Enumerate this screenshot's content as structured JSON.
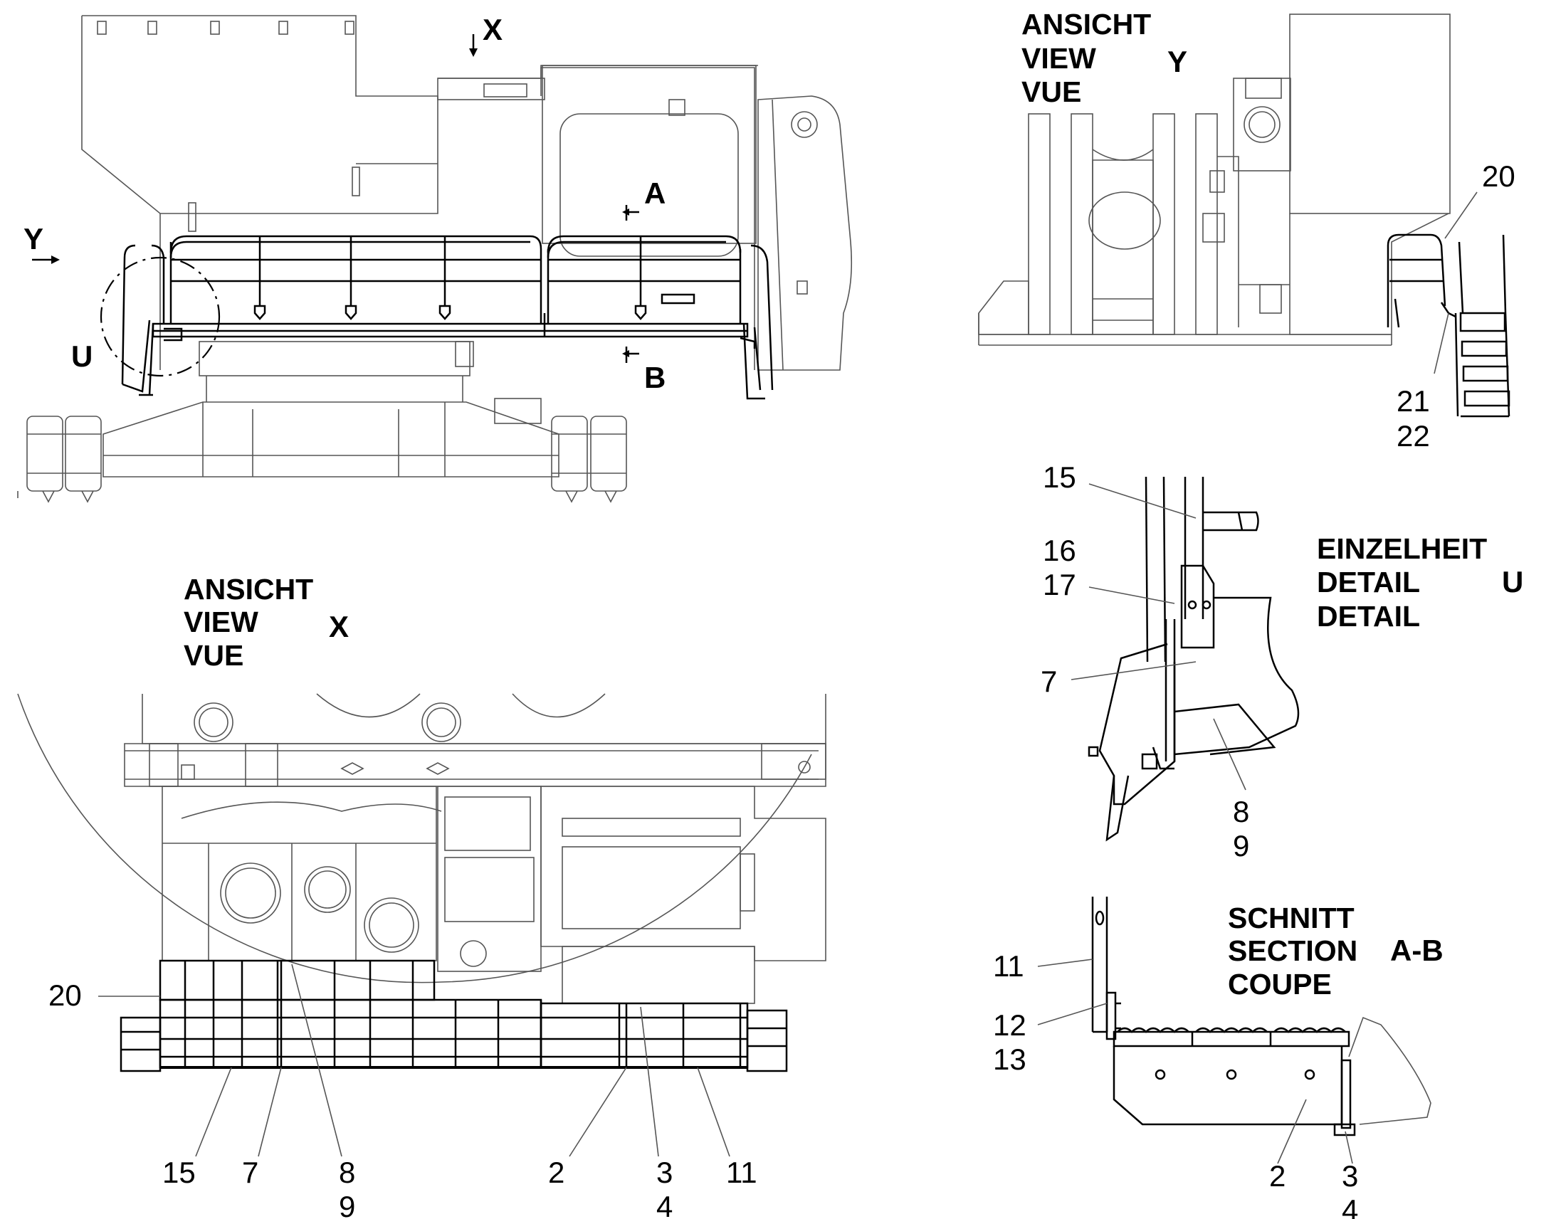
{
  "views": {
    "view_x": {
      "line1": "ANSICHT",
      "line2": "VIEW",
      "line3": "VUE",
      "mark": "X"
    },
    "view_y": {
      "line1": "ANSICHT",
      "line2": "VIEW",
      "line3": "VUE",
      "mark": "Y"
    },
    "detail_u": {
      "line1": "EINZELHEIT",
      "line2": "DETAIL",
      "line3": "DETAIL",
      "mark": "U"
    },
    "section_ab": {
      "line1": "SCHNITT",
      "line2": "SECTION",
      "line3": "COUPE",
      "mark": "A-B"
    }
  },
  "markers": {
    "x": "X",
    "y": "Y",
    "a": "A",
    "b": "B",
    "u": "U"
  },
  "callouts": {
    "top_right": [
      "20",
      "21",
      "22"
    ],
    "detail_u": [
      "15",
      "16",
      "17",
      "7",
      "8",
      "9"
    ],
    "section_ab": [
      "11",
      "12",
      "13",
      "2",
      "3",
      "4"
    ],
    "view_x": [
      "20",
      "15",
      "7",
      "8",
      "9",
      "2",
      "3",
      "4",
      "11"
    ]
  },
  "colors": {
    "line": "#000000",
    "thin_line": "#555555",
    "background": "#ffffff"
  }
}
